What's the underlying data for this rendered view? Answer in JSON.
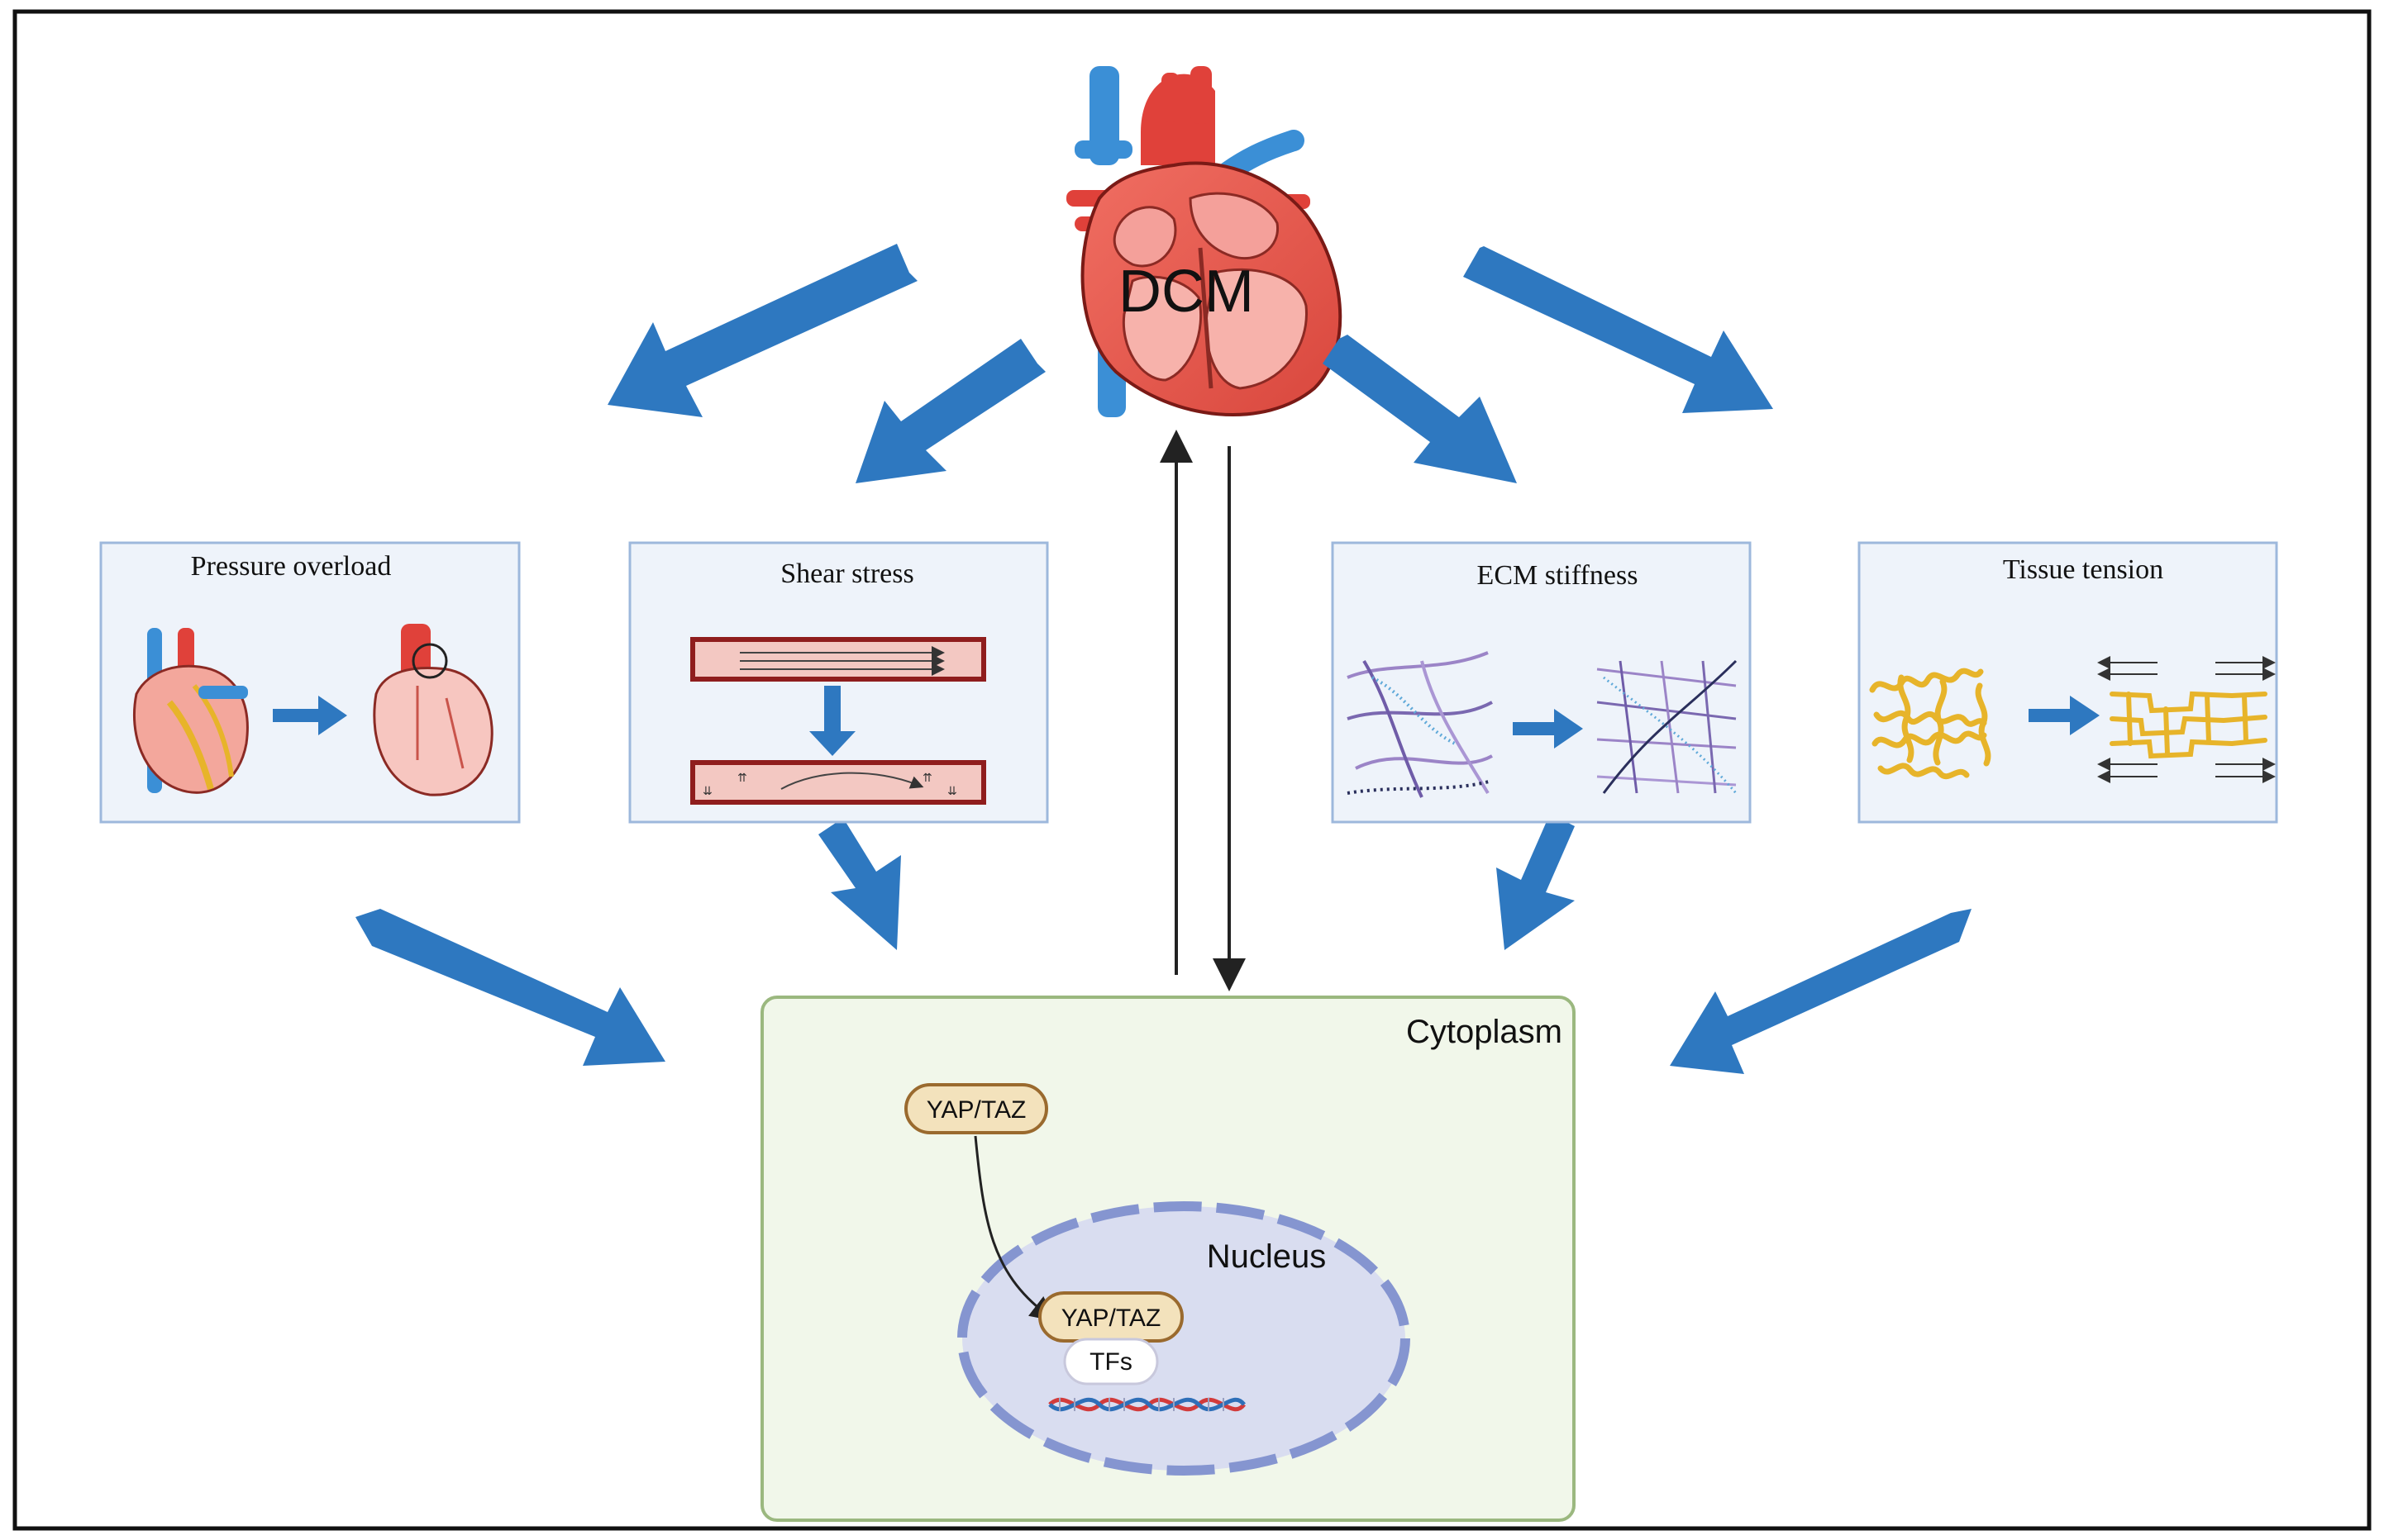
{
  "center": {
    "label": "DCM"
  },
  "panels": [
    {
      "id": "pressure",
      "title": "Pressure overload"
    },
    {
      "id": "shear",
      "title": "Shear stress"
    },
    {
      "id": "ecm",
      "title": "ECM stiffness"
    },
    {
      "id": "tension",
      "title": "Tissue tension"
    }
  ],
  "cell": {
    "cytoplasm_label": "Cytoplasm",
    "nucleus_label": "Nucleus",
    "yap_cytoplasm": "YAP/TAZ",
    "yap_nucleus": "YAP/TAZ",
    "tfs": "TFs"
  },
  "colors": {
    "arrow_blue": "#2e78c0",
    "panel_fill": "#eef3fa",
    "panel_border": "#9db8dc",
    "cytoplasm_fill": "#f1f7ea",
    "cytoplasm_border": "#9bb87f",
    "nucleus_fill": "#d9ddf0",
    "nucleus_border": "#8595d0",
    "pill_fill": "#f3e2bc",
    "pill_border": "#9a6a2e",
    "vessel_red": "#8f1d1d",
    "fiber_yellow": "#e7b42a"
  }
}
